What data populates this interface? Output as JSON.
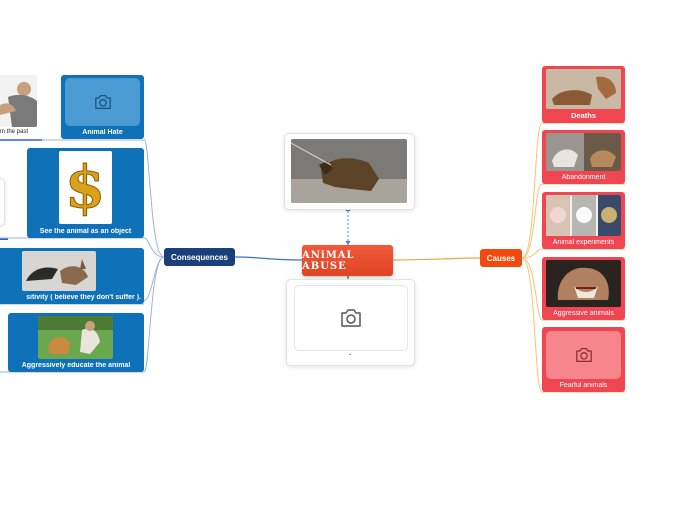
{
  "center": {
    "title": "ANiMAL ABUSE"
  },
  "branches": {
    "left": {
      "label": "Consequences",
      "color": "#1a3f7a"
    },
    "right": {
      "label": "Causes",
      "color": "#f04a0f"
    }
  },
  "consequences": [
    {
      "label": "Animal Hate",
      "photo_label": "m the past"
    },
    {
      "label": "See the animal as an object"
    },
    {
      "label": "sitivity ( believe they don't suffer )."
    },
    {
      "label": "Aggressively educate the animal"
    }
  ],
  "causes": [
    {
      "label": "Deaths"
    },
    {
      "label": "Abandonment"
    },
    {
      "label": "Animal experiments"
    },
    {
      "label": "Aggressive animals"
    },
    {
      "label": "Fearful animals"
    }
  ],
  "center_bottom": {
    "caption": "-"
  },
  "icons": {
    "camera": "camera-icon",
    "dollar": "dollar-sign-icon"
  },
  "colors": {
    "blue": "#0f71b7",
    "red": "#f04652",
    "center": "#e8482a"
  }
}
